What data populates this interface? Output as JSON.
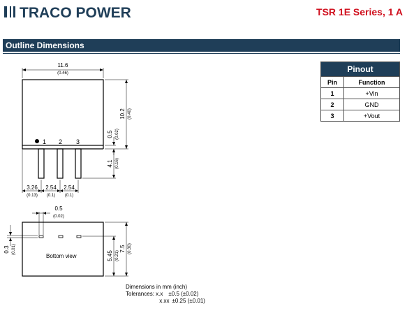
{
  "brand": {
    "logo_text": "TRACO POWER",
    "series": "TSR 1E Series, 1 A"
  },
  "section": {
    "title": "Outline Dimensions"
  },
  "colors": {
    "brand_red": "#d0101e",
    "header_navy": "#1f3e58"
  },
  "top_view": {
    "width_mm": "11.6",
    "width_in": "(0.46)",
    "height_mm": "10.2",
    "height_in": "(0.40)",
    "standoff_mm": "0.5",
    "standoff_in": "(0.02)",
    "pin_len_mm": "4.1",
    "pin_len_in": "(0.16)",
    "pin_offset_mm": "3.26",
    "pin_offset_in": "(0.13)",
    "pitch1_mm": "2.54",
    "pitch1_in": "(0.1)",
    "pitch2_mm": "2.54",
    "pitch2_in": "(0.1)",
    "pin_labels": [
      "1",
      "2",
      "3"
    ]
  },
  "bottom_view": {
    "label": "Bottom view",
    "pin_width_mm": "0.5",
    "pin_width_in": "(0.02)",
    "pin_thick_mm": "0.3",
    "pin_thick_in": "(0.01)",
    "depth_mm": "7.5",
    "depth_in": "(0.30)",
    "pin_pos_mm": "5.45",
    "pin_pos_in": "(0.21)"
  },
  "pinout": {
    "title": "Pinout",
    "headers": [
      "Pin",
      "Function"
    ],
    "rows": [
      {
        "pin": "1",
        "function": "+Vin"
      },
      {
        "pin": "2",
        "function": "GND"
      },
      {
        "pin": "3",
        "function": "+Vout"
      }
    ]
  },
  "notes": {
    "units": "Dimensions in mm (inch)",
    "tol_label": "Tolerances:",
    "tol1_fmt": "x.x",
    "tol1_val": "±0.5 (±0.02)",
    "tol2_fmt": "x.xx",
    "tol2_val": "±0.25 (±0.01)"
  }
}
